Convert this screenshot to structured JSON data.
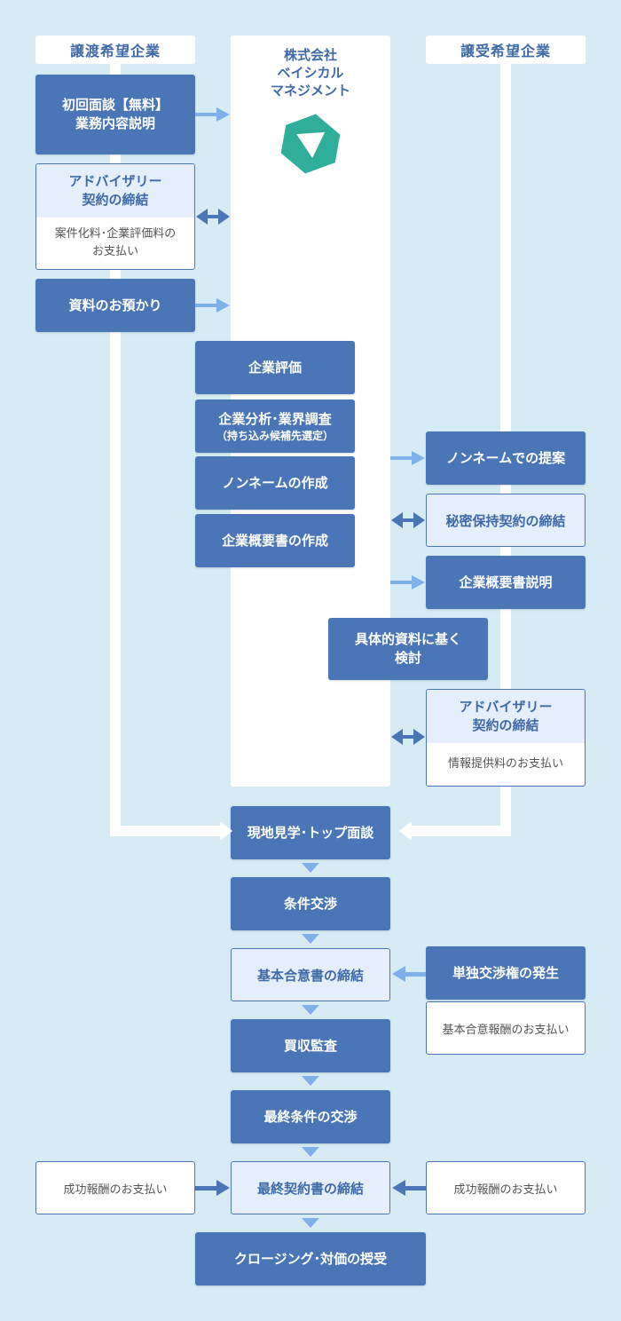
{
  "headers": {
    "seller": "譲渡希望企業",
    "buyer": "譲受希望企業",
    "company_line1": "株式会社",
    "company_line2": "ベイシカル",
    "company_line3": "マネジメント"
  },
  "seller_steps": {
    "initial_line1": "初回面談【無料】",
    "initial_line2": "業務内容説明",
    "advisory_line1": "アドバイザリー",
    "advisory_line2": "契約の締結",
    "advisory_fee_line1": "案件化料･企業評価料の",
    "advisory_fee_line2": "お支払い",
    "documents": "資料のお預かり"
  },
  "center_steps": {
    "evaluation": "企業評価",
    "analysis_line1": "企業分析･業界調査",
    "analysis_line2": "（持ち込み候補先選定）",
    "noname": "ノンネームの作成",
    "overview": "企業概要書の作成",
    "review_line1": "具体的資料に基く",
    "review_line2": "検討"
  },
  "buyer_steps": {
    "noname_proposal": "ノンネームでの提案",
    "nda": "秘密保持契約の締結",
    "overview_explain": "企業概要書説明",
    "advisory_line1": "アドバイザリー",
    "advisory_line2": "契約の締結",
    "info_fee": "情報提供料のお支払い",
    "exclusive": "単独交渉権の発生",
    "basic_fee": "基本合意報酬のお支払い"
  },
  "final_steps": {
    "site_visit": "現地見学･トップ面談",
    "negotiation": "条件交渉",
    "loi": "基本合意書の締結",
    "due_diligence": "買収監査",
    "final_negotiation": "最終条件の交渉",
    "final_contract": "最終契約書の締結",
    "closing": "クロージング･対価の授受",
    "seller_success_fee": "成功報酬のお支払い",
    "buyer_success_fee": "成功報酬のお支払い"
  },
  "colors": {
    "background": "#d6ebf4",
    "primary": "#4a76b8",
    "light_arrow": "#7fb0ec",
    "logo": "#2fae9c"
  }
}
